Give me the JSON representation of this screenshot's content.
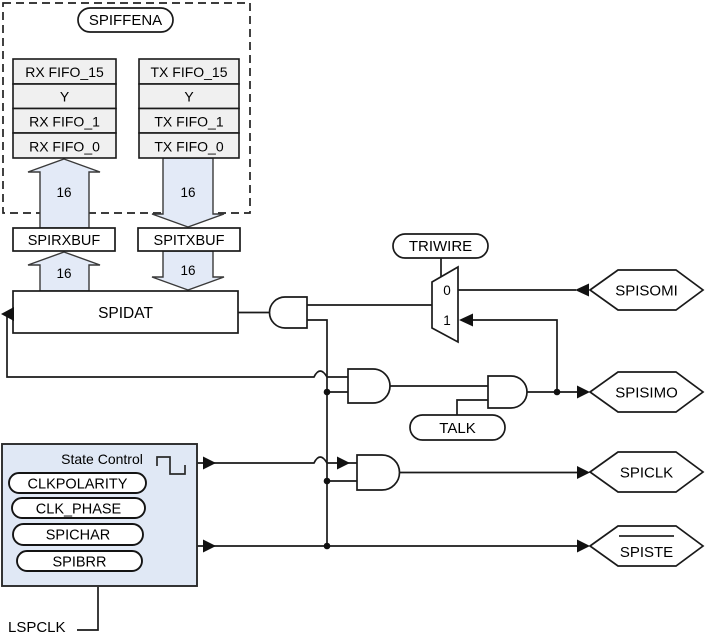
{
  "fifo": {
    "enable_label": "SPIFFENA",
    "rx_rows": [
      "RX FIFO_15",
      "Y",
      "RX FIFO_1",
      "RX FIFO_0"
    ],
    "tx_rows": [
      "TX FIFO_15",
      "Y",
      "TX FIFO_1",
      "TX FIFO_0"
    ],
    "bus_width": "16"
  },
  "buffers": {
    "rx": "SPIRXBUF",
    "tx": "SPITXBUF",
    "shift": "SPIDAT"
  },
  "mux": {
    "label": "TRIWIRE",
    "in0": "0",
    "in1": "1"
  },
  "talk": "TALK",
  "pins": {
    "somi": "SPISOMI",
    "simo": "SPISIMO",
    "clk": "SPICLK",
    "ste": "SPISTE"
  },
  "state_control": {
    "title": "State Control",
    "regs": [
      "CLKPOLARITY",
      "CLK_PHASE",
      "SPICHAR",
      "SPIBRR"
    ]
  },
  "lspclk": "LSPCLK",
  "colors": {
    "highlight": "#e3eaf7",
    "box_fill": "#e0e8f5",
    "row_fill": "#f0f0f0",
    "line": "#1a1a1a"
  }
}
